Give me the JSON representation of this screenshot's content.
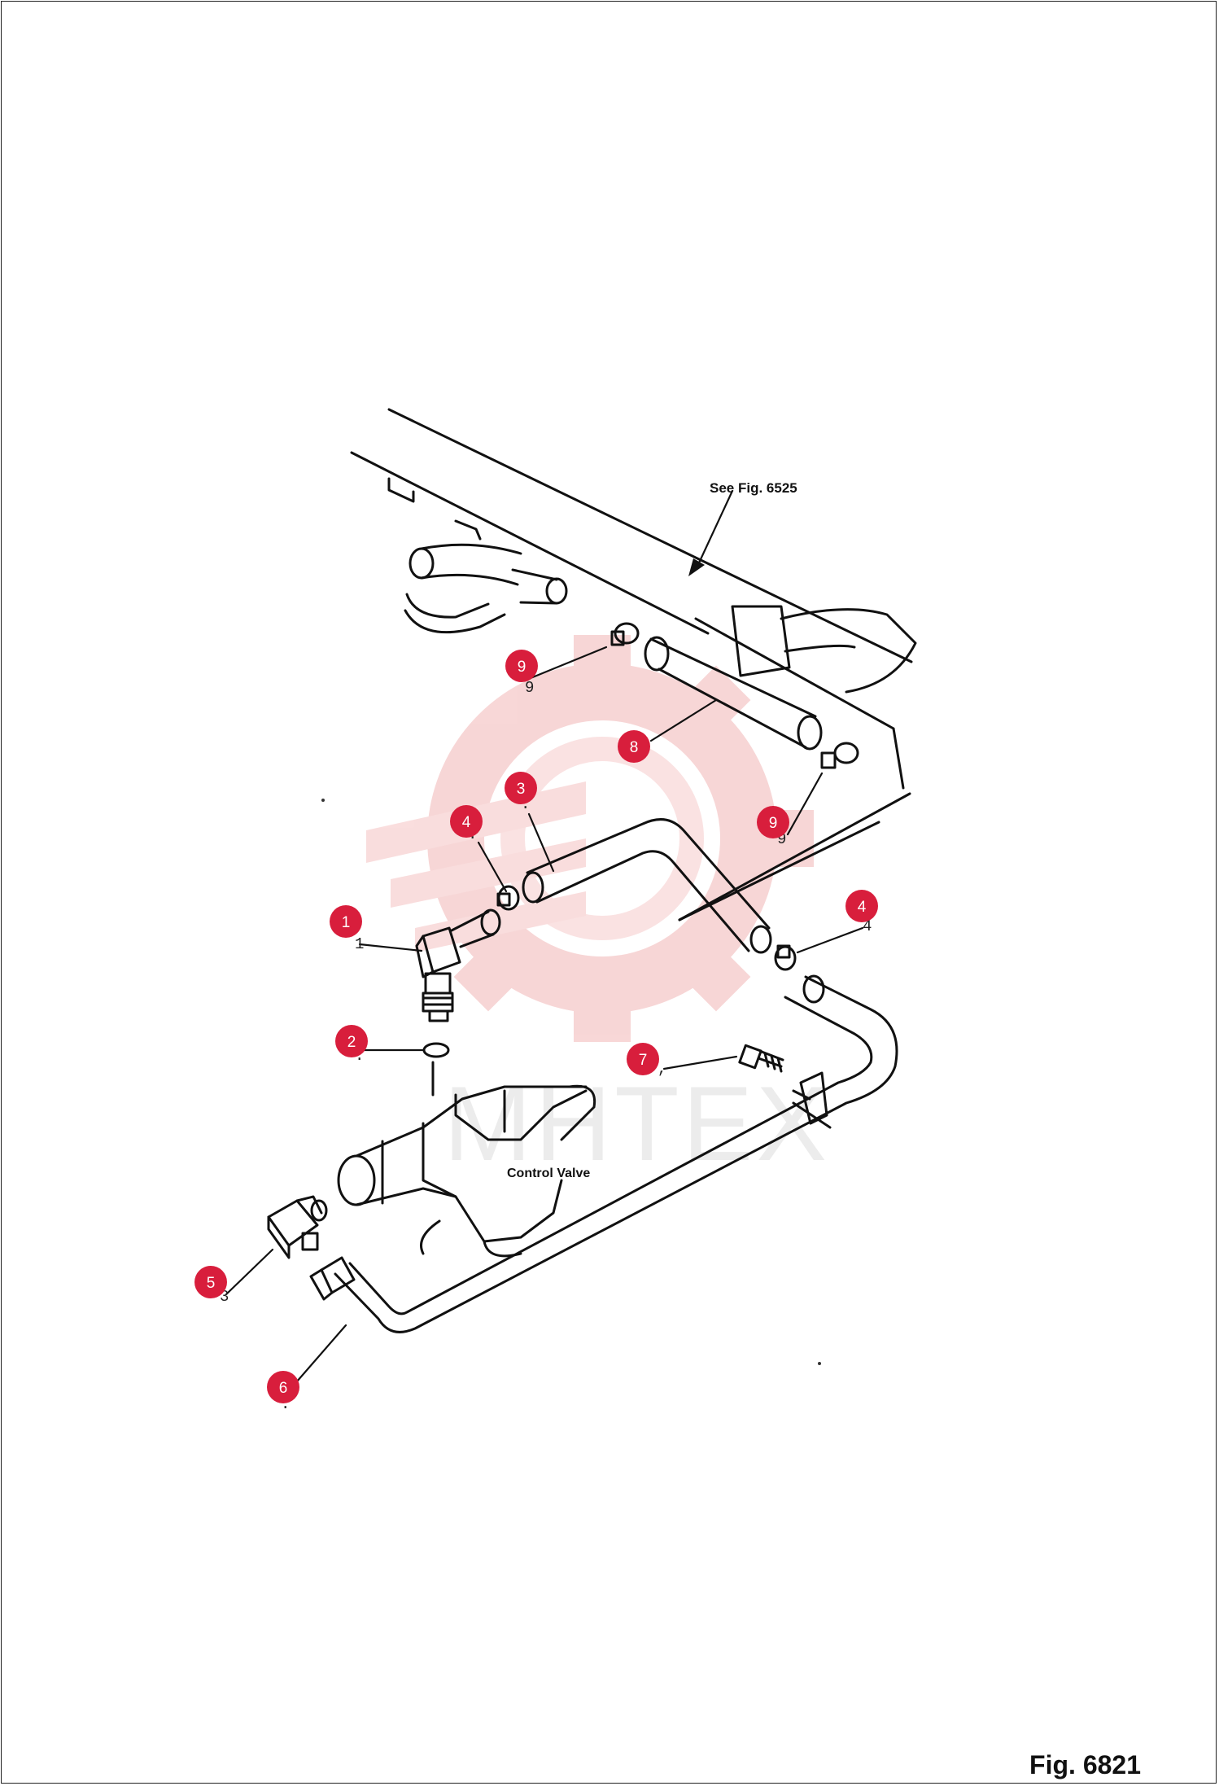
{
  "figure": {
    "label": "Fig. 6821"
  },
  "annotations": {
    "see_fig": "See Fig. 6525",
    "control_valve": "Control Valve"
  },
  "watermark": {
    "text": "MHTEX",
    "color": "#f2c4c4"
  },
  "colors": {
    "callout": "#d81e3c",
    "line": "#111111"
  },
  "callouts": [
    "1",
    "2",
    "3",
    "4",
    "4",
    "5",
    "6",
    "7",
    "8",
    "9",
    "9"
  ]
}
